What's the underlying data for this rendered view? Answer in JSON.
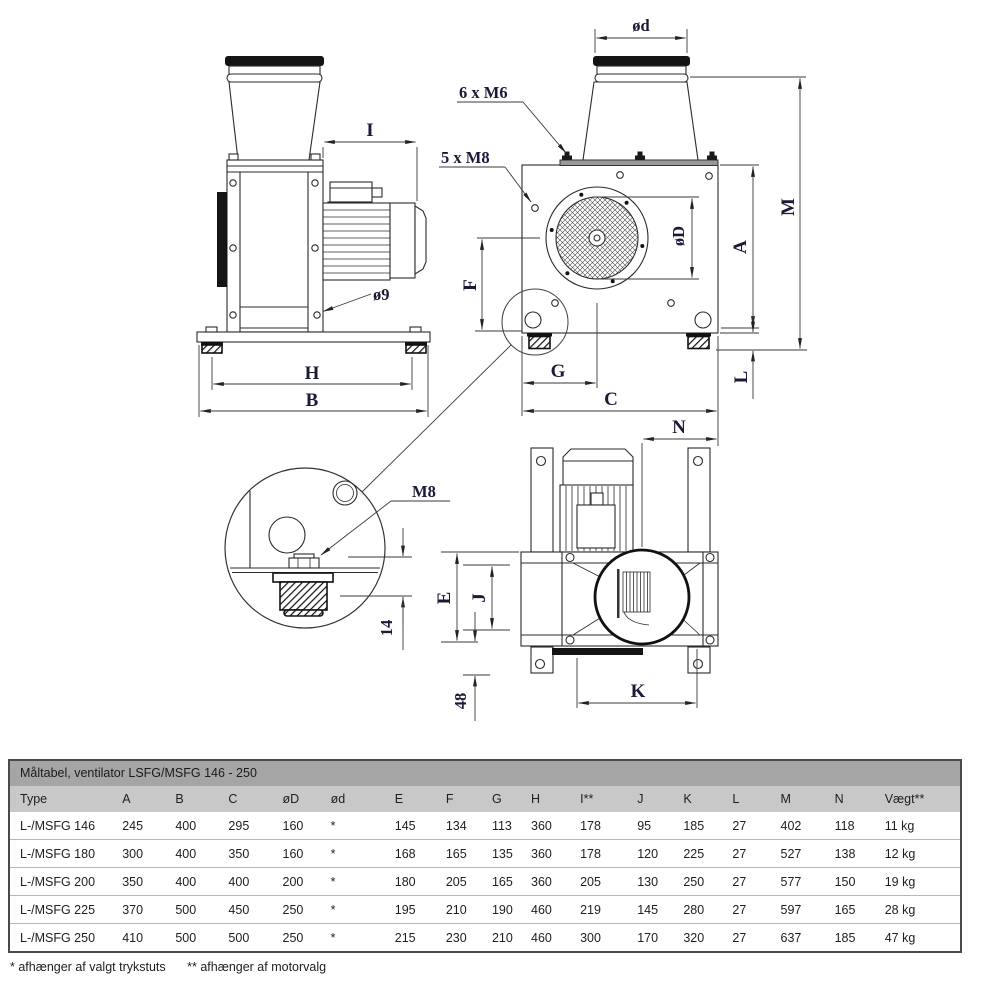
{
  "drawing": {
    "labels": {
      "i": "I",
      "h": "H",
      "b": "B",
      "o9": "ø9",
      "od": "ød",
      "m6_callout": "6 x M6",
      "m8_callout": "5 x M8",
      "oD": "øD",
      "f": "F",
      "a": "A",
      "l": "L",
      "m": "M",
      "g": "G",
      "c": "C",
      "n": "N",
      "e": "E",
      "j": "J",
      "k": "K",
      "d48": "48",
      "m8": "M8",
      "d14": "14"
    }
  },
  "table": {
    "title": "Måltabel, ventilator LSFG/MSFG 146 - 250",
    "columns": [
      "Type",
      "A",
      "B",
      "C",
      "øD",
      "ød",
      "E",
      "F",
      "G",
      "H",
      "I**",
      "J",
      "K",
      "L",
      "M",
      "N",
      "Vægt**"
    ],
    "rows": [
      [
        "L-/MSFG 146",
        "245",
        "400",
        "295",
        "160",
        "*",
        "145",
        "134",
        "113",
        "360",
        "178",
        "95",
        "185",
        "27",
        "402",
        "118",
        "11 kg"
      ],
      [
        "L-/MSFG 180",
        "300",
        "400",
        "350",
        "160",
        "*",
        "168",
        "165",
        "135",
        "360",
        "178",
        "120",
        "225",
        "27",
        "527",
        "138",
        "12 kg"
      ],
      [
        "L-/MSFG 200",
        "350",
        "400",
        "400",
        "200",
        "*",
        "180",
        "205",
        "165",
        "360",
        "205",
        "130",
        "250",
        "27",
        "577",
        "150",
        "19 kg"
      ],
      [
        "L-/MSFG 225",
        "370",
        "500",
        "450",
        "250",
        "*",
        "195",
        "210",
        "190",
        "460",
        "219",
        "145",
        "280",
        "27",
        "597",
        "165",
        "28 kg"
      ],
      [
        "L-/MSFG 250",
        "410",
        "500",
        "500",
        "250",
        "*",
        "215",
        "230",
        "210",
        "460",
        "300",
        "170",
        "320",
        "27",
        "637",
        "185",
        "47 kg"
      ]
    ]
  },
  "footnote": {
    "star": "* afhænger af valgt trykstuts",
    "dstar": "** afhænger af motorvalg"
  },
  "colors": {
    "label_text": "#1a1a38",
    "line": "#2b2b2b",
    "table_title_bg": "#a5a5a5",
    "table_header_bg": "#c8c8c8"
  }
}
